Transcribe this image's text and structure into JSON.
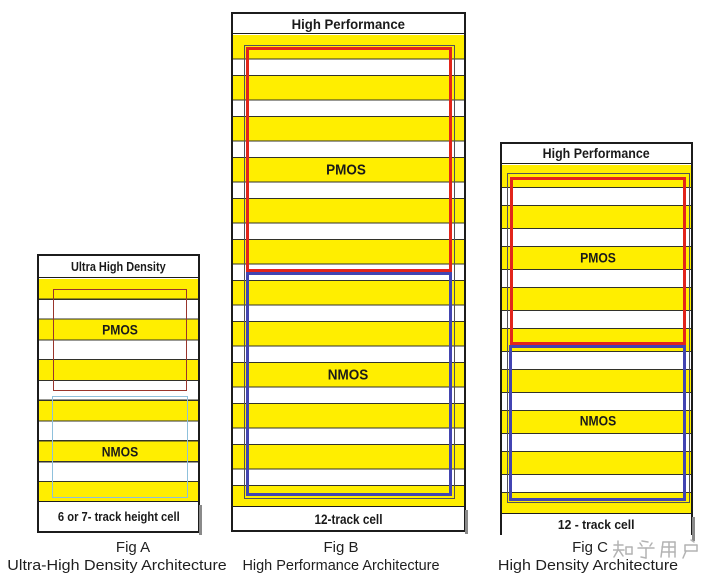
{
  "page": {
    "background": "#ffffff"
  },
  "colors": {
    "yellow": "#ffee00",
    "stripe_separator": "#32322a",
    "red": "#e2241b",
    "blue": "#4244b2",
    "dark_frame": "#52525a",
    "thin_red": "#99352c",
    "thin_blue": "#8fc0dc",
    "page_bg": "#ffffff"
  },
  "figures": [
    {
      "header": "Ultra High Density",
      "pmos_label": "PMOS",
      "nmos_label": "NMOS",
      "footer": "6 or 7- track height cell",
      "caption": "Fig A",
      "subcaption": "Ultra-High Density Architecture"
    },
    {
      "header": "High Performance",
      "pmos_label": "PMOS",
      "nmos_label": "NMOS",
      "footer": "12-track cell",
      "caption": "Fig B",
      "subcaption": "High Performance Architecture"
    },
    {
      "header": "High Performance",
      "pmos_label": "PMOS",
      "nmos_label": "NMOS",
      "footer": "12 - track cell",
      "caption": "Fig C",
      "subcaption": "High Density Architecture"
    }
  ],
  "watermark": {
    "text": "知乎用户",
    "color": "#b3b3b3"
  }
}
